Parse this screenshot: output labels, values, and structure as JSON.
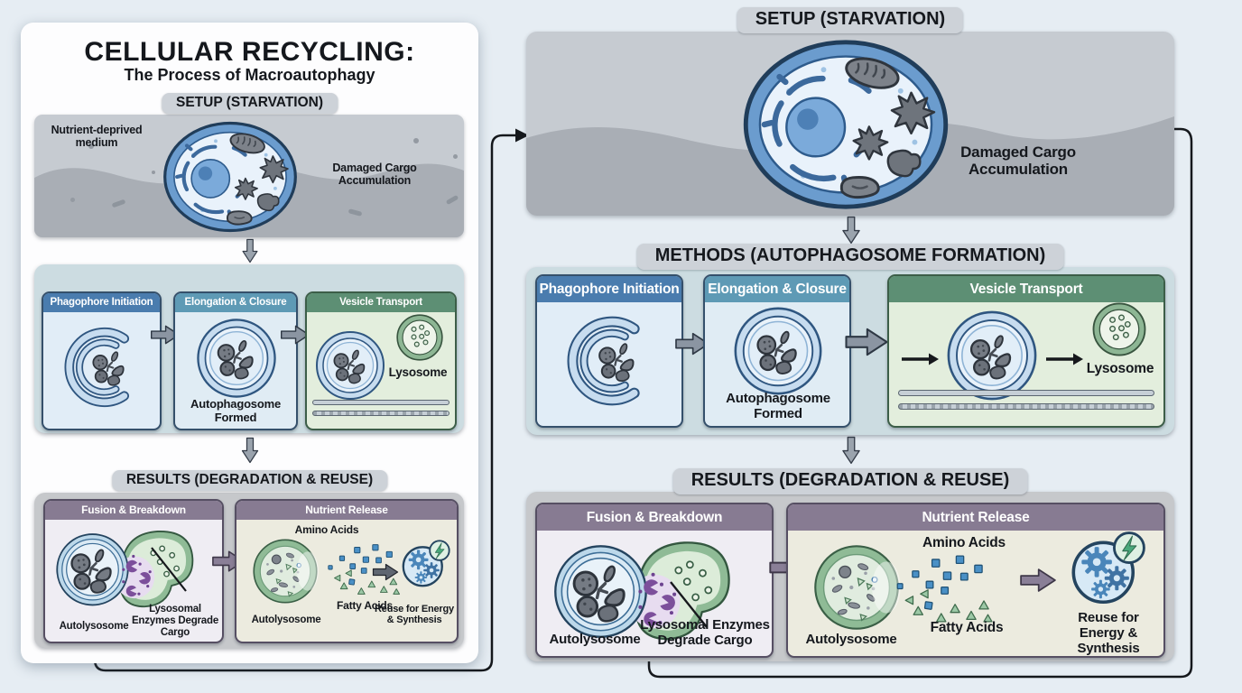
{
  "title": {
    "main": "CELLULAR RECYCLING:",
    "subtitle": "The Process of Macroautophagy"
  },
  "setup": {
    "tab": "SETUP (STARVATION)",
    "medium": "Nutrient-deprived medium",
    "cargo": "Damaged Cargo Accumulation"
  },
  "methods": {
    "tab": "METHODS (AUTOPHAGOSOME FORMATION)",
    "step1": {
      "title": "Phagophore Initiation"
    },
    "step2": {
      "title": "Elongation & Closure",
      "caption": "Autophagosome Formed"
    },
    "step3": {
      "title": "Vesicle Transport",
      "lysosome": "Lysosome"
    }
  },
  "results": {
    "tab": "RESULTS (DEGRADATION & REUSE)",
    "fusion": {
      "title": "Fusion & Breakdown",
      "autolysosome": "Autolysosome",
      "enzymes": "Lysosomal Enzymes Degrade Cargo"
    },
    "nutrient": {
      "title": "Nutrient Release",
      "amino": "Amino Acids",
      "fatty": "Fatty Acids",
      "autolysosome": "Autolysosome",
      "reuse": "Reuse for Energy & Synthesis"
    }
  },
  "colors": {
    "page_bg": "#e6edf3",
    "poster_bg": "#fdfdfe",
    "panel_gray": "#c6cbd1",
    "wave_gray": "#a9aeb5",
    "tab_gray": "#cdd2d8",
    "methods_bg": "#ccdce1",
    "results_bg": "#c6c8cb",
    "step1_header": "#4a7cae",
    "step2_header": "#5e9ab5",
    "step3_header": "#5d8f74",
    "results_header": "#877b92",
    "step1_body": "#e1edf7",
    "step2_body": "#e0ecf4",
    "step3_body": "#e3eedd",
    "fusion_body": "#efedf3",
    "nutrient_body": "#ecebdf",
    "arrow_gray": "#8b95a2",
    "arrow_down": "#9aa3ad",
    "arrow_mauve": "#8a7f97",
    "arrow_dark": "#5f6671",
    "amino_blue": "#4a90c6",
    "fatty_green": "#9cc8a6",
    "enzyme_purple": "#7c4f9b"
  }
}
